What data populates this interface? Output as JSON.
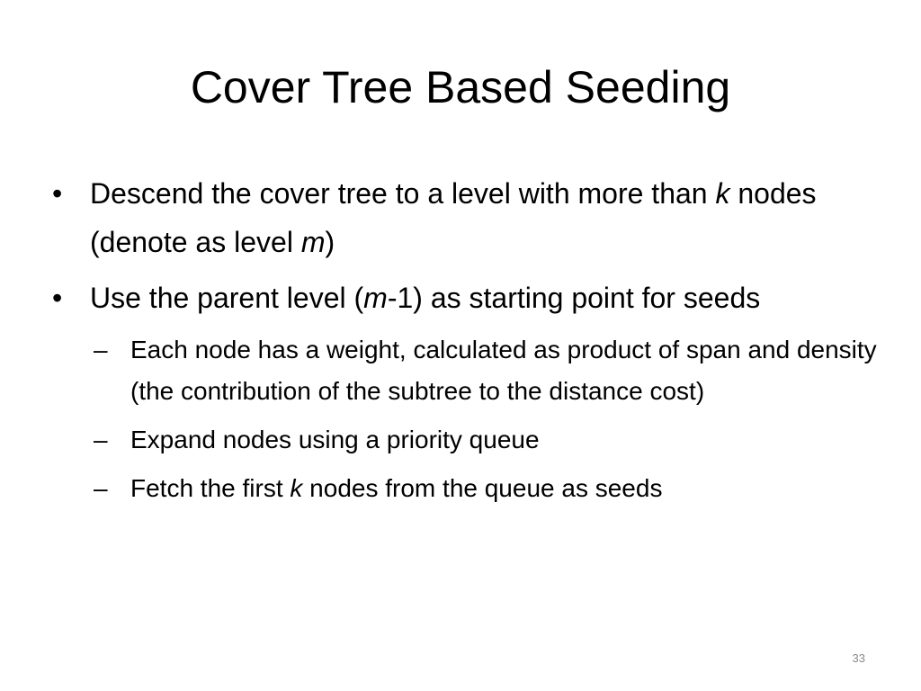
{
  "slide": {
    "title": "Cover Tree Based Seeding",
    "page_number": "33",
    "bullets": [
      {
        "marker": "•",
        "t1": "Descend the cover tree to a level with more than ",
        "k": "k",
        "t2": " nodes (denote as level ",
        "m": "m",
        "t3": ")"
      },
      {
        "marker": "•",
        "t1": "Use the parent level (",
        "m": "m",
        "t2": "-1) as starting point for seeds"
      }
    ],
    "subbullets": [
      {
        "marker": "–",
        "text": "Each node has a weight, calculated as product of span and density (the contribution of the subtree to the distance cost)"
      },
      {
        "marker": "–",
        "text": "Expand nodes using a priority queue"
      },
      {
        "marker": "–",
        "t1": "Fetch the first ",
        "k": "k",
        "t2": " nodes from the queue as seeds"
      }
    ]
  }
}
